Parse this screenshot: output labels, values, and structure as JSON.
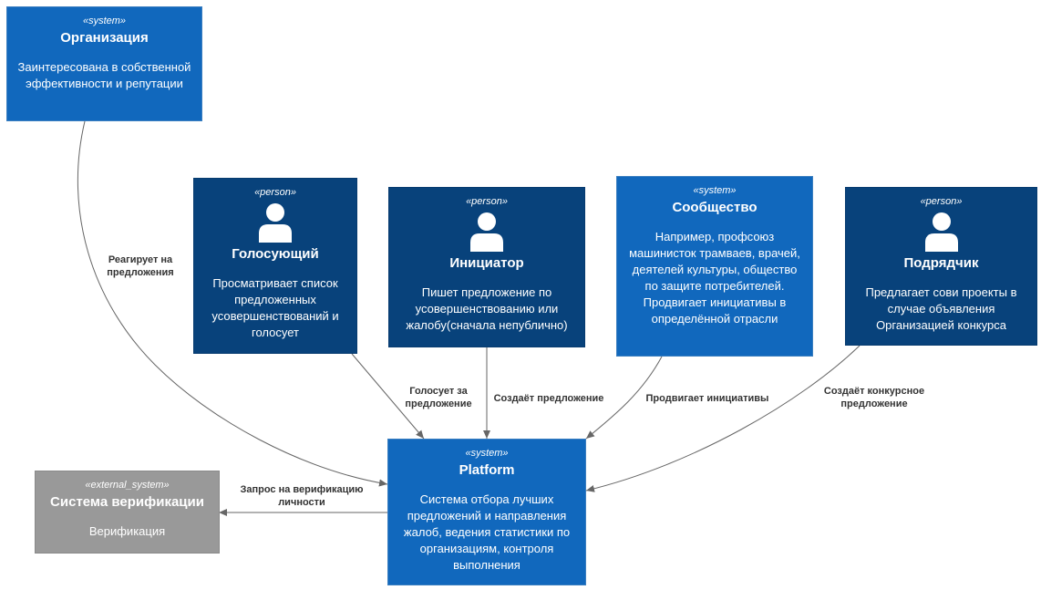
{
  "nodes": {
    "organization": {
      "stereotype": "«system»",
      "title": "Организация",
      "description": "Заинтересована в собственной эффективности и репутации"
    },
    "voter": {
      "stereotype": "«person»",
      "title": "Голосующий",
      "description": "Просматривает список предложенных усовершенствований и голосует"
    },
    "initiator": {
      "stereotype": "«person»",
      "title": "Инициатор",
      "description": "Пишет предложение по усовершенствованию или жалобу(сначала непублично)"
    },
    "community": {
      "stereotype": "«system»",
      "title": "Сообщество",
      "description": "Например, профсоюз машинисток трамваев, врачей, деятелей культуры, общество по защите потребителей. Продвигает инициативы в определённой отрасли"
    },
    "contractor": {
      "stereotype": "«person»",
      "title": "Подрядчик",
      "description": "Предлагает сови проекты в случае объявления Организацией конкурса"
    },
    "platform": {
      "stereotype": "«system»",
      "title": "Platform",
      "description": "Система отбора лучших предложений и направления жалоб, ведения статистики по организациям, контроля выполнения"
    },
    "verification": {
      "stereotype": "«external_system»",
      "title": "Система верификации",
      "description": "Верификация"
    }
  },
  "edges": {
    "org_platform": "Реагирует на предложения",
    "voter_platform": "Голосует за предложение",
    "initiator_platform": "Создаёт предложение",
    "community_platform": "Продвигает инициативы",
    "contractor_platform": "Создаёт конкурсное предложение",
    "platform_verification": "Запрос на верификацию личности"
  },
  "colors": {
    "system": "#1168bd",
    "person": "#08427b",
    "external_system": "#999999",
    "edge": "#666666"
  }
}
